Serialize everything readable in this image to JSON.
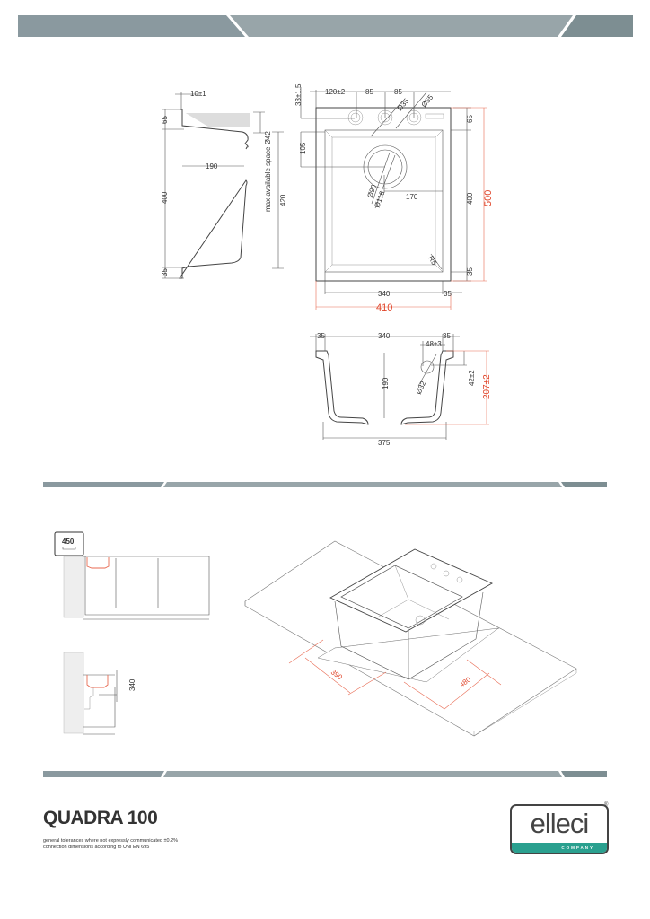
{
  "product": {
    "name": "QUADRA 100"
  },
  "notes": [
    "general tolerances where not expressly communicated ±0.2%",
    "connection dimensions according to UNI EN 695"
  ],
  "logo": {
    "word": "elleci",
    "subtitle": "COMPANY",
    "reg": "®"
  },
  "colors": {
    "banner_dark": "#8a999f",
    "banner_mid": "#98a5a9",
    "banner_right": "#7d8e92",
    "dimension_red": "#e0452a",
    "brand_teal": "#2aa08f"
  },
  "side_section": {
    "top_tol": "10±1",
    "rim": "65",
    "depth": "400",
    "bottom": "35",
    "inner": "190",
    "max_space": "max available space Ø42",
    "total": "420"
  },
  "top_view": {
    "d33": "33±1.5",
    "d120": "120±2",
    "d85a": "85",
    "d85b": "85",
    "hole35": "Ø35",
    "hole55": "Ø55",
    "d105": "105",
    "drain90": "Ø90",
    "drain116": "Ø116",
    "d170": "170",
    "r5": "R5",
    "right65": "65",
    "right400": "400",
    "right35": "35",
    "total500": "500",
    "bottom340": "340",
    "bottom35": "35",
    "total410": "410"
  },
  "front_section": {
    "l35": "35",
    "w340": "340",
    "r35": "35",
    "d48": "48±3",
    "overflow": "Ø32",
    "h190": "190",
    "h42": "42±2",
    "h207": "207±2",
    "w375": "375"
  },
  "install": {
    "cabinet": "450",
    "h340": "340",
    "cut390": "390",
    "cut480": "480"
  }
}
